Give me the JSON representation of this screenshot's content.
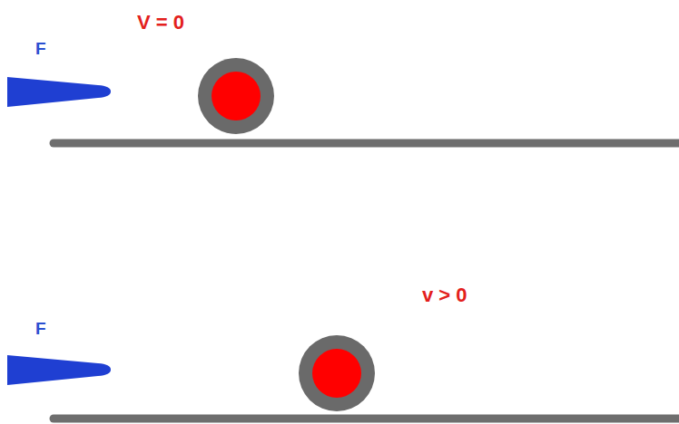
{
  "diagram": {
    "labels": [
      "V = 0",
      "F",
      "v > 0",
      "F"
    ]
  }
}
